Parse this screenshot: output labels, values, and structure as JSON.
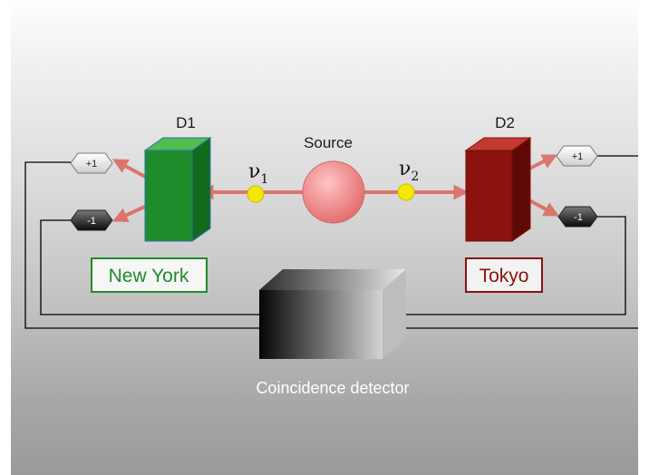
{
  "source": {
    "label": "Source",
    "color": "#f08080"
  },
  "particle1": {
    "symbol": "ν",
    "index": "1"
  },
  "particle2": {
    "symbol": "ν",
    "index": "2"
  },
  "detector1": {
    "label": "D1",
    "location": "New York",
    "color": "#1e8c2a",
    "outputs": {
      "plus": "+1",
      "minus": "-1"
    }
  },
  "detector2": {
    "label": "D2",
    "location": "Tokyo",
    "color": "#8b120d",
    "outputs": {
      "plus": "+1",
      "minus": "-1"
    }
  },
  "coincidence": {
    "label": "Coincidence detector"
  },
  "colors": {
    "arrow": "#d9766d",
    "particle": "#f5e800"
  }
}
